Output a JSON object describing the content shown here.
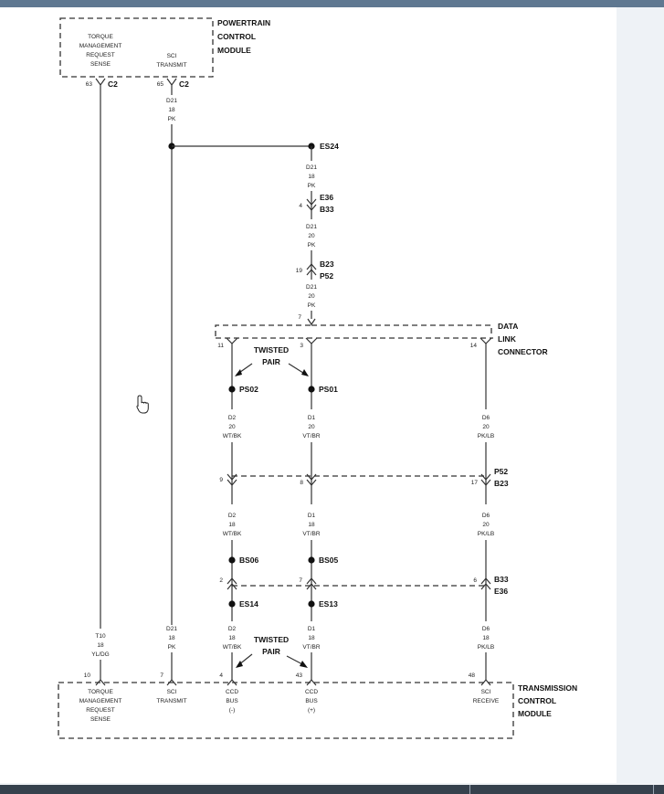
{
  "pcm": {
    "title": [
      "POWERTRAIN",
      "CONTROL",
      "MODULE"
    ],
    "pin_left_label": [
      "TORQUE",
      "MANAGEMENT",
      "REQUEST",
      "SENSE"
    ],
    "pin_right_label": [
      "SCI",
      "TRANSMIT"
    ],
    "pin_left_num": "63",
    "pin_right_num": "65",
    "connector": "C2"
  },
  "tcm": {
    "title": [
      "TRANSMISSION",
      "CONTROL",
      "MODULE"
    ],
    "pin1_label": [
      "TORQUE",
      "MANAGEMENT",
      "REQUEST",
      "SENSE"
    ],
    "pin1_num": "10",
    "pin2_label": [
      "SCI",
      "TRANSMIT"
    ],
    "pin2_num": "7",
    "pin3_label": [
      "CCD",
      "BUS",
      "(-)"
    ],
    "pin3_num": "4",
    "pin4_label": [
      "CCD",
      "BUS",
      "(+)"
    ],
    "pin4_num": "43",
    "pin5_label": [
      "SCI",
      "RECEIVE"
    ],
    "pin5_num": "48"
  },
  "dlc": {
    "title": [
      "DATA",
      "LINK",
      "CONNECTOR"
    ],
    "pin_left": "7",
    "pin_a": "11",
    "pin_b": "3",
    "pin_c": "14"
  },
  "wires": {
    "t10": [
      "T10",
      "18",
      "YL/DG"
    ],
    "d21_18pk": [
      "D21",
      "18",
      "PK"
    ],
    "d21_18pk_es24": [
      "D21",
      "18",
      "PK"
    ],
    "d21_20pk_a": [
      "D21",
      "20",
      "PK"
    ],
    "d21_20pk_b": [
      "D21",
      "20",
      "PK"
    ],
    "d21_18pk_bottom": [
      "D21",
      "18",
      "PK"
    ],
    "d2_20": [
      "D2",
      "20",
      "WT/BK"
    ],
    "d1_20": [
      "D1",
      "20",
      "VT/BR"
    ],
    "d6_20_a": [
      "D6",
      "20",
      "PK/LB"
    ],
    "d2_18_a": [
      "D2",
      "18",
      "WT/BK"
    ],
    "d1_18_a": [
      "D1",
      "18",
      "VT/BR"
    ],
    "d6_20_b": [
      "D6",
      "20",
      "PK/LB"
    ],
    "d2_18_b": [
      "D2",
      "18",
      "WT/BK"
    ],
    "d1_18_b": [
      "D1",
      "18",
      "VT/BR"
    ],
    "d6_18": [
      "D6",
      "18",
      "PK/LB"
    ]
  },
  "splices": {
    "es24": "ES24",
    "ps02": "PS02",
    "ps01": "PS01",
    "bs06": "BS06",
    "bs05": "BS05",
    "es14": "ES14",
    "es13": "ES13"
  },
  "connectors": {
    "e36_b33": {
      "a": "E36",
      "b": "B33",
      "pin": "4"
    },
    "b23_p52": {
      "a": "B23",
      "b": "P52",
      "pin": "19"
    },
    "p52_b23": {
      "a": "P52",
      "b": "B23",
      "pin_left": "9",
      "pin_mid": "8",
      "pin_right": "17"
    },
    "b33_e36": {
      "a": "B33",
      "b": "E36",
      "pin_left": "2",
      "pin_mid": "7",
      "pin_right": "6"
    }
  },
  "twisted_pair": [
    "TWISTED",
    "PAIR"
  ]
}
